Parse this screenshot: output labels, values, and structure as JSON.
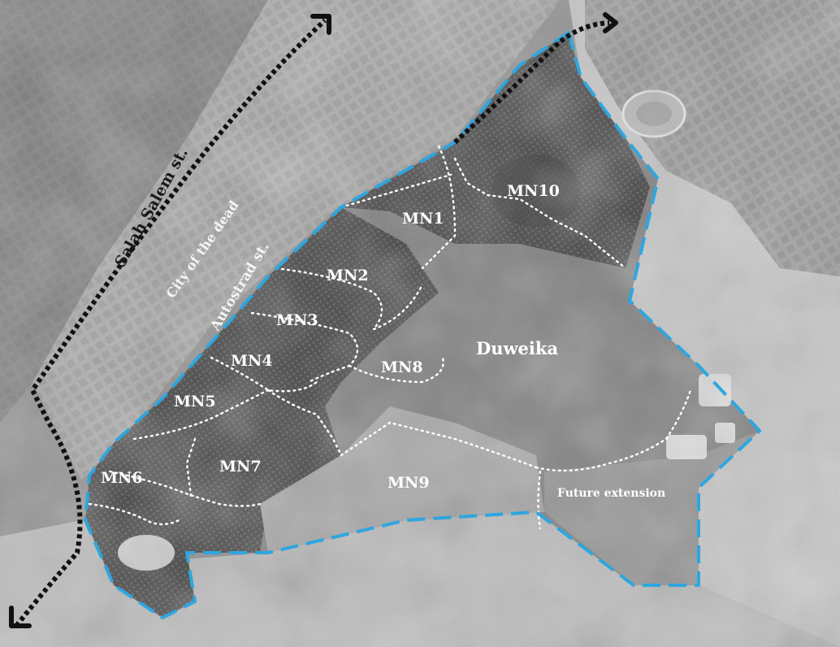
{
  "map": {
    "colors": {
      "boundary": "#2ea6df",
      "zone_divider": "#ffffff",
      "route": "#111111",
      "label": "#ffffff",
      "street_label": "#1a1a1a"
    },
    "streets": {
      "salah_salem": "Salah Salem st.",
      "autostrad": "Autostrad st."
    },
    "areas": {
      "city_of_the_dead": "City of the dead",
      "duweika": "Duweika",
      "future_extension": "Future extension"
    },
    "zones": [
      "MN1",
      "MN2",
      "MN3",
      "MN4",
      "MN5",
      "MN6",
      "MN7",
      "MN8",
      "MN9",
      "MN10"
    ],
    "icons": [
      "arrow-head-icon"
    ]
  }
}
